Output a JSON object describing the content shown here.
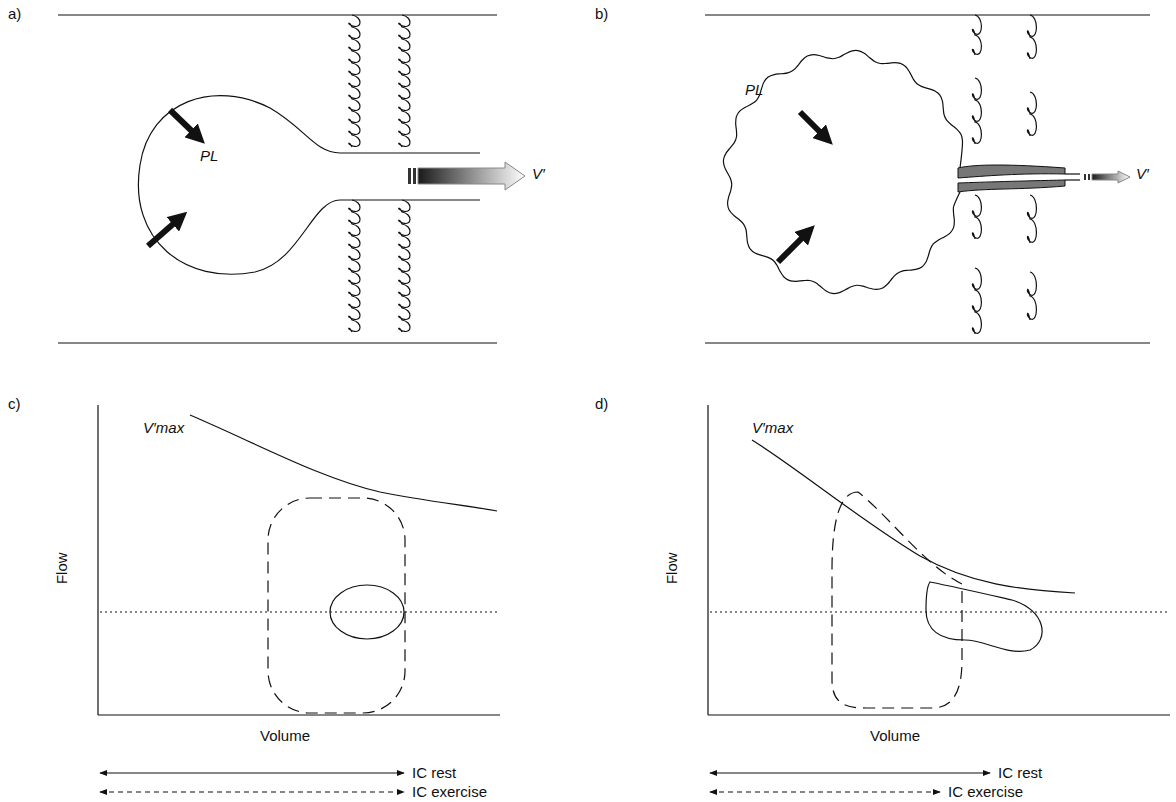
{
  "diagram": {
    "labels": [
      "a)",
      "b)",
      "PL",
      "V′",
      "PL",
      "V′",
      "c)",
      "d)",
      "V′max",
      "Flow",
      "Volume",
      "IC rest",
      "IC exercise",
      "V′max",
      "Flow",
      "Volume",
      "IC rest",
      "IC exercise"
    ]
  }
}
